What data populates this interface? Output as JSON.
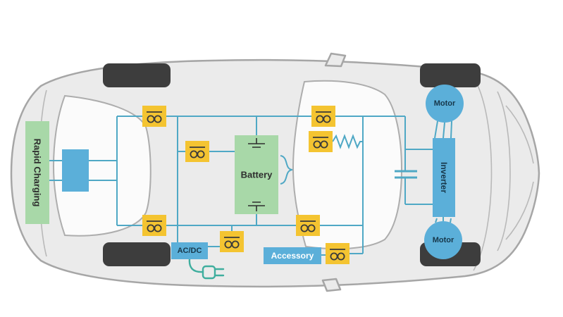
{
  "diagram": {
    "type": "ev-powertrain-schematic",
    "view": "top-down vehicle outline with electrical system",
    "labels": {
      "rapid_charging": "Rapid Charging",
      "battery": "Battery",
      "ac_dc": "AC/DC",
      "accessory": "Accessory",
      "inverter": "Inverter",
      "motor_top": "Motor",
      "motor_bottom": "Motor"
    },
    "fuse_count": 8,
    "icons": [
      "fuse-icon",
      "battery-cell-symbol",
      "resistor-icon",
      "capacitor-icon",
      "power-plug-icon",
      "battery-terminal-brace-icon"
    ],
    "colors": {
      "wire": "#4FA8C5",
      "component_blue": "#5BAFD9",
      "component_green": "#A8D8A8",
      "fuse_yellow": "#F4C431",
      "symbol_dark": "#3A3A3A",
      "car_body": "#EBEBEB",
      "car_outline": "#A6A6A6",
      "cabin_white": "#FBFBFB",
      "wheel_dark": "#3D3D3D",
      "plug_teal": "#3FAE9E",
      "label_dark": "#17374A",
      "label_light": "#FFFFFF"
    }
  }
}
